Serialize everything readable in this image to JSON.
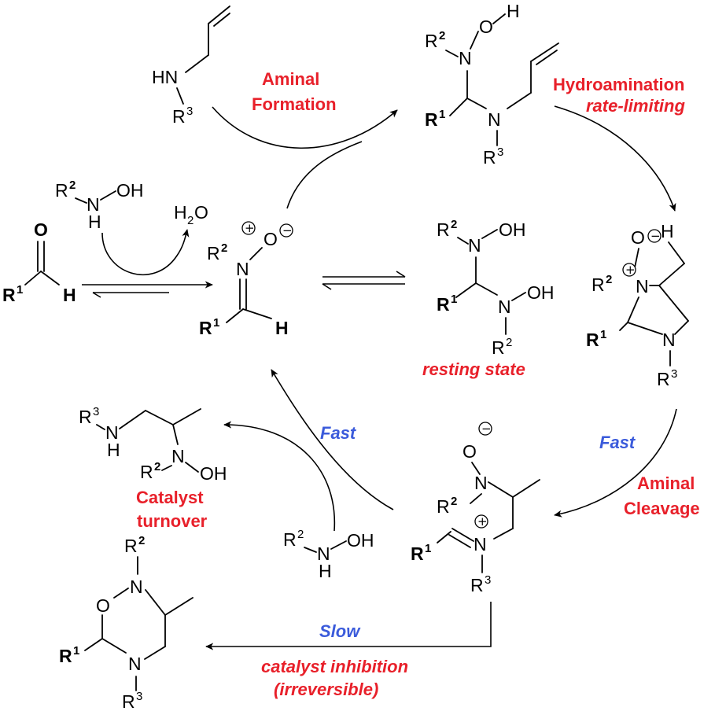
{
  "labels": {
    "aminal_formation_1": "Aminal",
    "aminal_formation_2": "Formation",
    "hydroamination_1": "Hydroamination",
    "hydroamination_2": "rate-limiting",
    "resting_state": "resting state",
    "fast_right": "Fast",
    "aminal_cleavage_1": "Aminal",
    "aminal_cleavage_2": "Cleavage",
    "fast_left": "Fast",
    "catalyst_turnover_1": "Catalyst",
    "catalyst_turnover_2": "turnover",
    "slow": "Slow",
    "catalyst_inhibition_1": "catalyst inhibition",
    "catalyst_inhibition_2": "(irreversible)"
  },
  "atoms": {
    "N": "N",
    "O": "O",
    "H": "H",
    "HN": "HN",
    "OH": "OH",
    "R": "R",
    "O_bold": "O",
    "H_bold": "H",
    "R_bold": "R",
    "H2O_H": "H",
    "H2O_O": "O",
    "sub1": "1",
    "sub2": "2",
    "sub3": "3",
    "plus": "+",
    "minus": "−"
  },
  "colors": {
    "red": "#e8202a",
    "blue": "#3b5bdb",
    "black": "#000000"
  }
}
